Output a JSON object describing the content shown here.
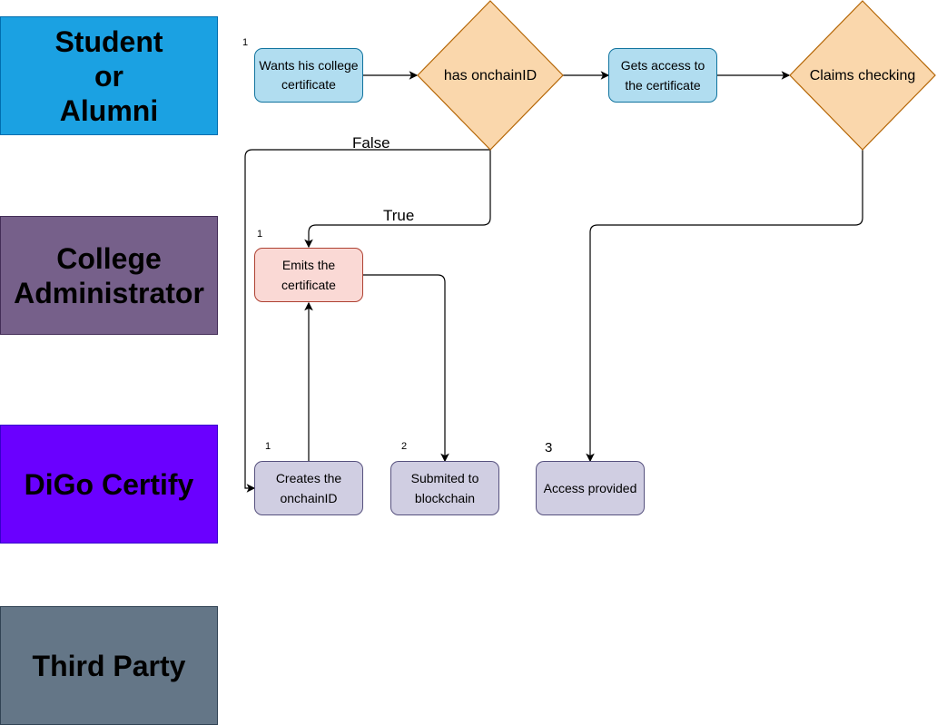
{
  "lanes": [
    {
      "label": "Student\nor\nAlumni",
      "color": "#1ba1e2"
    },
    {
      "label": "College\nAdministrator",
      "color": "#76608a"
    },
    {
      "label": "DiGo Certify",
      "color": "#6a00ff"
    },
    {
      "label": "Third Party",
      "color": "#647687"
    }
  ],
  "nodes": {
    "wants_cert": {
      "label": "Wants his college certificate",
      "step": "1"
    },
    "has_onchain": {
      "label": "has onchainID"
    },
    "gets_access": {
      "label": "Gets access to the certificate"
    },
    "claims_checking": {
      "label": "Claims checking"
    },
    "emits_cert": {
      "label": "Emits the certificate",
      "step": "1"
    },
    "creates_onchain": {
      "label": "Creates the onchainID",
      "step": "1"
    },
    "submitted": {
      "label": "Submited to blockchain",
      "step": "2"
    },
    "access_provided": {
      "label": "Access provided",
      "step": "3"
    }
  },
  "edges": {
    "false_label": "False",
    "true_label": "True"
  },
  "colors": {
    "blue_fill": "#b1ddf0",
    "blue_stroke": "#10739e",
    "orange_fill": "#fad7ac",
    "orange_stroke": "#b46504",
    "red_fill": "#fad9d5",
    "red_stroke": "#ae4132",
    "purple_fill": "#d0cee2",
    "purple_stroke": "#56517e"
  }
}
